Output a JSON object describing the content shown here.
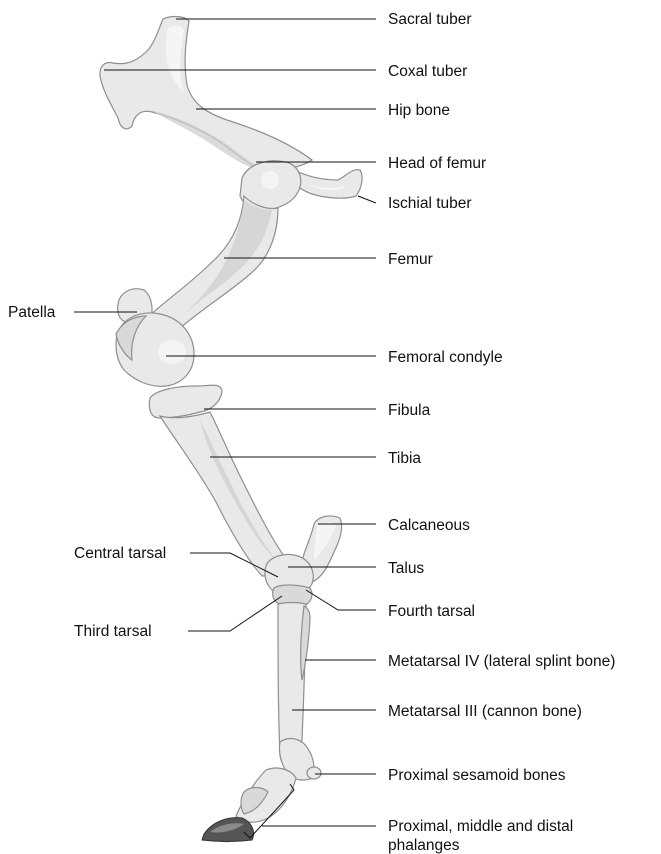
{
  "labels": {
    "sacral_tuber": "Sacral tuber",
    "coxal_tuber": "Coxal tuber",
    "hip_bone": "Hip bone",
    "head_of_femur": "Head of femur",
    "ischial_tuber": "Ischial tuber",
    "femur": "Femur",
    "patella": "Patella",
    "femoral_condyle": "Femoral condyle",
    "fibula": "Fibula",
    "tibia": "Tibia",
    "calcaneous": "Calcaneous",
    "central_tarsal": "Central tarsal",
    "talus": "Talus",
    "fourth_tarsal": "Fourth tarsal",
    "third_tarsal": "Third tarsal",
    "metatarsal_iv": "Metatarsal IV (lateral splint bone)",
    "metatarsal_iii": "Metatarsal III (cannon bone)",
    "proximal_sesamoid": "Proximal sesamoid bones",
    "phalanges_line1": "Proximal, middle and distal",
    "phalanges_line2": "phalanges"
  }
}
